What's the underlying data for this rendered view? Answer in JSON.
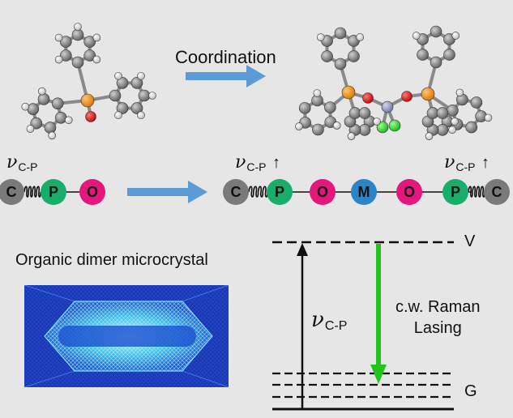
{
  "arrow_label": "Coordination",
  "nu_symbol": "ν",
  "bond_subscript": "C-P",
  "up_arrow": "↑",
  "crystal_title": "Organic dimer microcrystal",
  "levels": {
    "top": "V",
    "bottom": "G"
  },
  "raman_line1": "c.w. Raman",
  "raman_line2": "Lasing",
  "chain_left": [
    "C",
    "P",
    "O"
  ],
  "chain_right": [
    "C",
    "P",
    "O",
    "M",
    "O",
    "P",
    "C"
  ],
  "colors": {
    "background": "#e6e6e6",
    "carbon": "#7a7a7a",
    "phosphorus": "#18ad6a",
    "oxygen": "#e5167c",
    "metal": "#2b84c6",
    "arrow_blue": "#5c9bd6",
    "raman_green": "#22c31f",
    "crystal_bg": "#1636b8"
  }
}
